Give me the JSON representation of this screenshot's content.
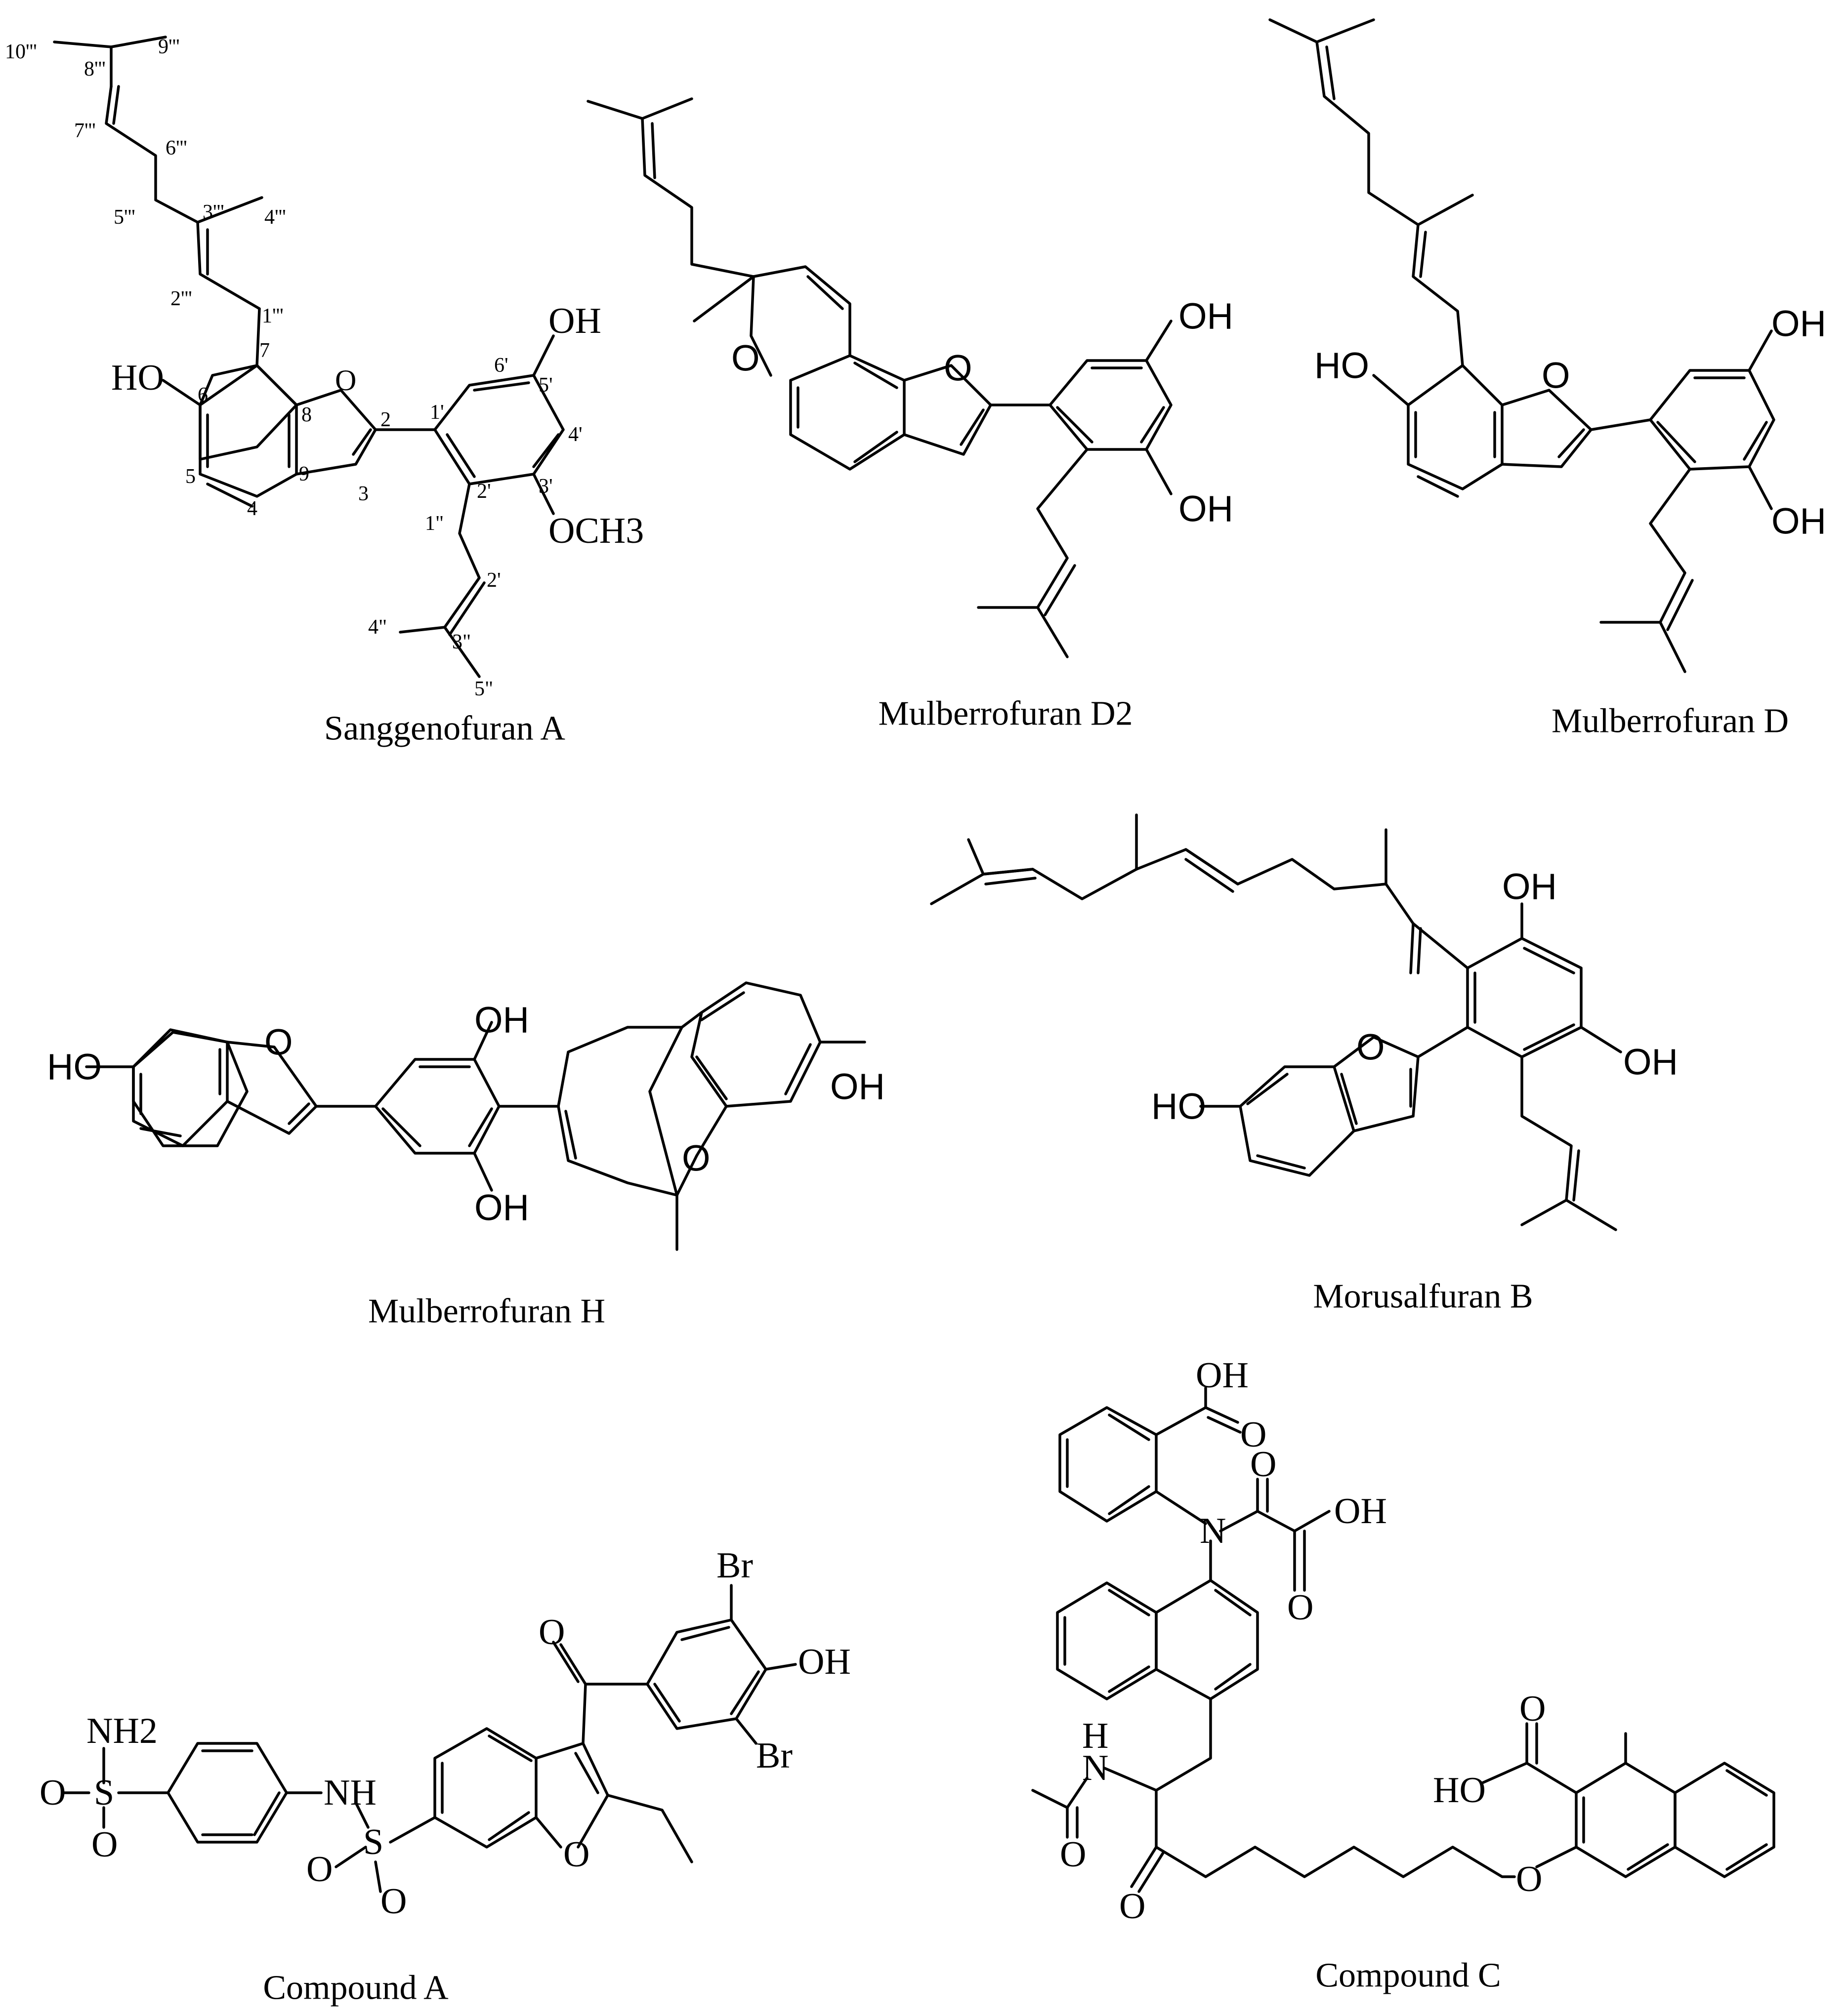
{
  "colors": {
    "ink": "#000000",
    "background": "#ffffff"
  },
  "compounds": [
    {
      "key": "sanggenofuranA",
      "name": "Sanggenofuran A",
      "atoms": {
        "oh_top": "OH",
        "ho_left": "HO",
        "och3": "OCH3",
        "o_ring": "O"
      },
      "numbering": [
        "10'''",
        "9'''",
        "8'''",
        "7'''",
        "6'''",
        "5'''",
        "3'''",
        "4'''",
        "2'''",
        "1'''",
        "6'",
        "5'",
        "4'",
        "3'",
        "2'",
        "1'",
        "1\"",
        "2'",
        "3\"",
        "4\"",
        "5\"",
        "2",
        "3",
        "4",
        "5",
        "6",
        "7",
        "8",
        "9"
      ]
    },
    {
      "key": "mulberrofuranD2",
      "name": "Mulberrofuran D2",
      "atoms": {
        "oh1": "OH",
        "oh2": "OH",
        "o1": "O",
        "o2": "O"
      }
    },
    {
      "key": "mulberrofuranD",
      "name": "Mulberrofuran D",
      "atoms": {
        "ho": "HO",
        "oh1": "OH",
        "oh2": "OH",
        "o1": "O"
      }
    },
    {
      "key": "mulberrofuranH",
      "name": "Mulberrofuran H",
      "atoms": {
        "ho": "HO",
        "oh1": "OH",
        "oh2": "OH",
        "oh3": "OH",
        "o1": "O",
        "o2": "O"
      }
    },
    {
      "key": "morusalfuranB",
      "name": "Morusalfuran B",
      "atoms": {
        "oh1": "OH",
        "oh2": "OH",
        "ho": "HO",
        "o1": "O"
      }
    },
    {
      "key": "compoundA",
      "name": "Compound A",
      "atoms": {
        "nh2": "NH2",
        "s1": "S",
        "o_s1a": "O",
        "o_s1b": "O",
        "nh": "NH",
        "s2": "S",
        "o_s2a": "O",
        "o_s2b": "O",
        "o_ring": "O",
        "o_ketone": "O",
        "br1": "Br",
        "br2": "Br",
        "oh": "OH"
      }
    },
    {
      "key": "compoundC",
      "name": "Compound C",
      "atoms": {
        "oh1": "OH",
        "o1": "O",
        "o2": "O",
        "oh2": "OH",
        "o3": "O",
        "n1": "N",
        "nh": "N",
        "h": "H",
        "o_amide": "O",
        "o_ketone": "O",
        "o_ether": "O",
        "o_acid": "O",
        "ho_acid": "HO"
      }
    }
  ]
}
